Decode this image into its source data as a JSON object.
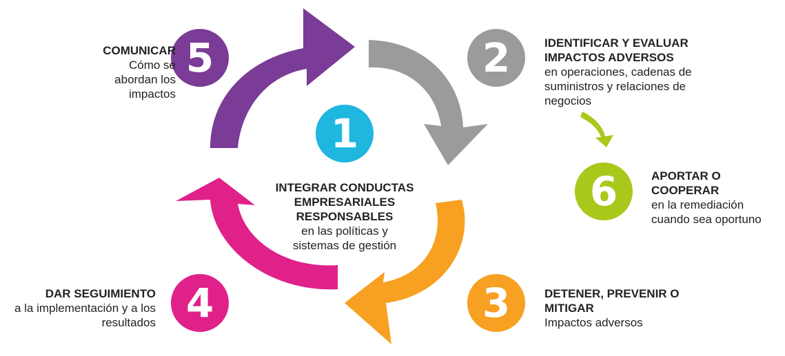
{
  "colors": {
    "step1": "#1fb6e0",
    "step2": "#9b9b9b",
    "step3": "#f7a021",
    "step4": "#e0218a",
    "step5": "#7a3c96",
    "step6": "#a9c81c"
  },
  "steps": [
    {
      "number": "1",
      "title": "INTEGRAR CONDUCTAS EMPRESARIALES RESPONSABLES",
      "body": "en las políticas y sistemas de gestión"
    },
    {
      "number": "2",
      "title": "IDENTIFICAR Y EVALUAR IMPACTOS ADVERSOS",
      "body": "en operaciones, cadenas de suministros y relaciones de negocios"
    },
    {
      "number": "3",
      "title": "DETENER, PREVENIR O MITIGAR",
      "body": "Impactos adversos"
    },
    {
      "number": "4",
      "title": "DAR SEGUIMIENTO",
      "body": "a la implementación y a los resultados"
    },
    {
      "number": "5",
      "title": "COMUNICAR",
      "body": "Cómo se abordan los impactos"
    },
    {
      "number": "6",
      "title": "APORTAR O COOPERAR",
      "body": "en la remediación cuando sea oportuno"
    }
  ]
}
